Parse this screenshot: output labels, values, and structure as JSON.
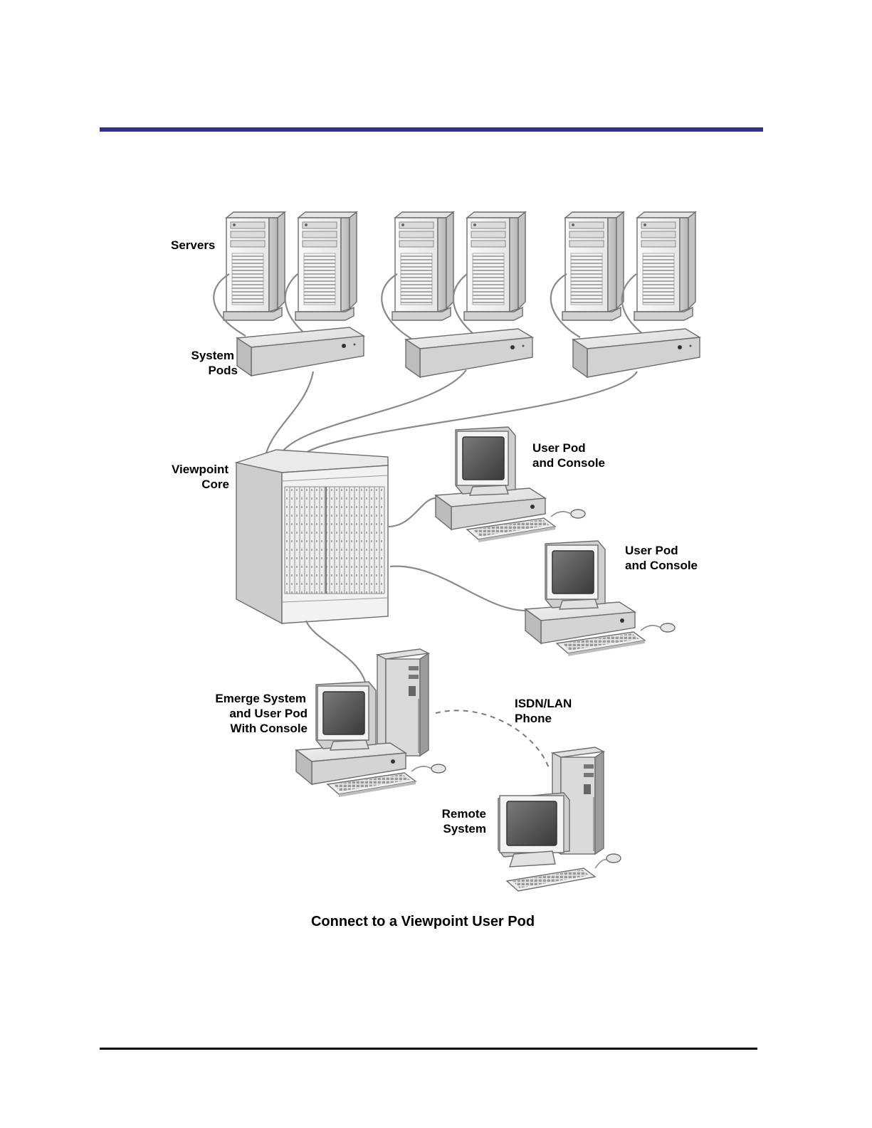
{
  "colors": {
    "top_rule": "#2e3192",
    "bottom_rule": "#000000"
  },
  "diagram": {
    "labels": {
      "servers": "Servers",
      "system_pods_line1": "System",
      "system_pods_line2": "Pods",
      "viewpoint_core_line1": "Viewpoint",
      "viewpoint_core_line2": "Core",
      "user_pod_1_line1": "User Pod",
      "user_pod_1_line2": "and Console",
      "user_pod_2_line1": "User Pod",
      "user_pod_2_line2": "and Console",
      "emerge_line1": "Emerge System",
      "emerge_line2": "and User Pod",
      "emerge_line3": "With Console",
      "isdn_line1": "ISDN/LAN",
      "isdn_line2": "Phone",
      "remote_line1": "Remote",
      "remote_line2": "System"
    },
    "icons": [
      "server-tower-icon",
      "system-pod-icon",
      "viewpoint-core-icon",
      "monitor-icon",
      "keyboard-icon",
      "mouse-icon",
      "desktop-tower-icon"
    ],
    "caption": "Connect to a Viewpoint User Pod"
  }
}
